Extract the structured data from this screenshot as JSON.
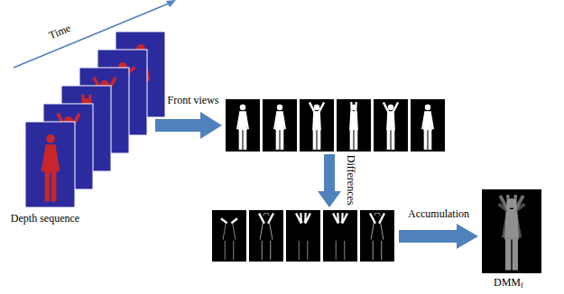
{
  "diagram": {
    "labels": [
      "Time",
      "Depth sequence",
      "Front views",
      "Differences",
      "Accumulation",
      "DMM",
      "f"
    ]
  }
}
